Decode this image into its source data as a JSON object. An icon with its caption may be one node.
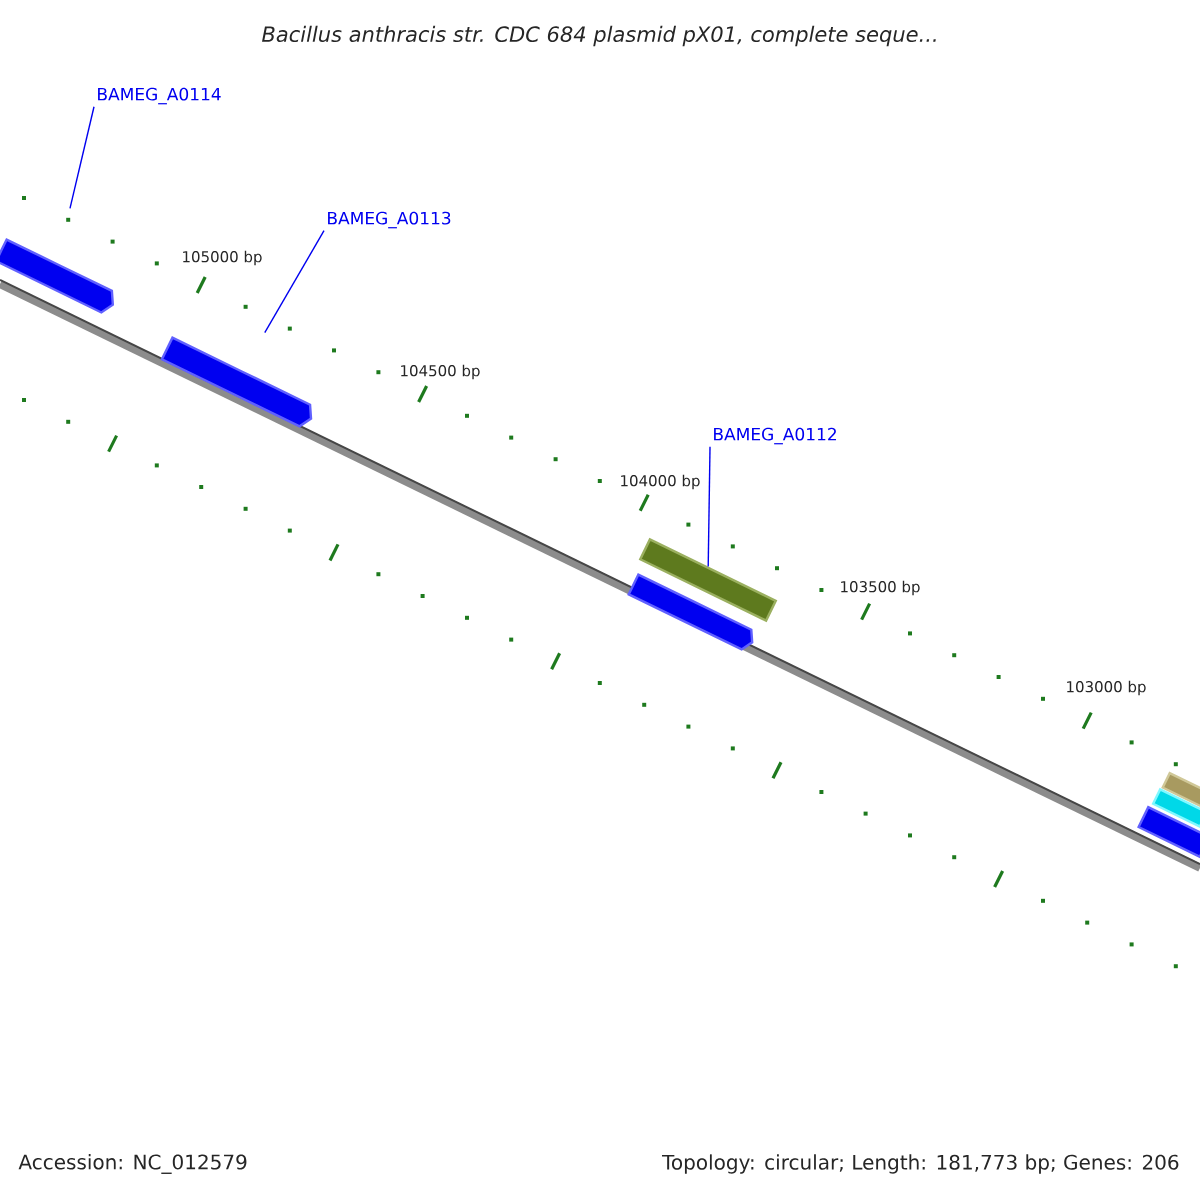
{
  "diagram": {
    "title": "Bacillus anthracis str. CDC 684 plasmid pX01, complete seque...",
    "nodes": [
      {
        "text": [
          "BAMEG_A0114"
        ]
      },
      {
        "text": [],
        "shape": "bar"
      },
      {
        "text": [
          "BAMEG_A0113"
        ]
      },
      {
        "text": [],
        "shape": "bar"
      },
      {
        "text": [
          "BAMEG_A0112"
        ]
      },
      {
        "text": [],
        "shape": "bar"
      },
      {
        "text": [],
        "shape": "bar"
      },
      {
        "text": [],
        "shape": "bar"
      },
      {
        "text": [],
        "shape": "bar"
      },
      {
        "text": [],
        "shape": "bar"
      }
    ],
    "edges": [
      {
        "from": 0,
        "to": 1,
        "arrow": "none"
      },
      {
        "from": 2,
        "to": 3,
        "arrow": "none"
      },
      {
        "from": 4,
        "to": 5,
        "arrow": "none"
      }
    ],
    "labels": [
      "105000 bp",
      "104500 bp",
      "104000 bp",
      "103500 bp",
      "103000 bp",
      "Accession: NC_012579",
      "Topology: circular; Length: 181,773 bp; Genes: 206"
    ]
  }
}
